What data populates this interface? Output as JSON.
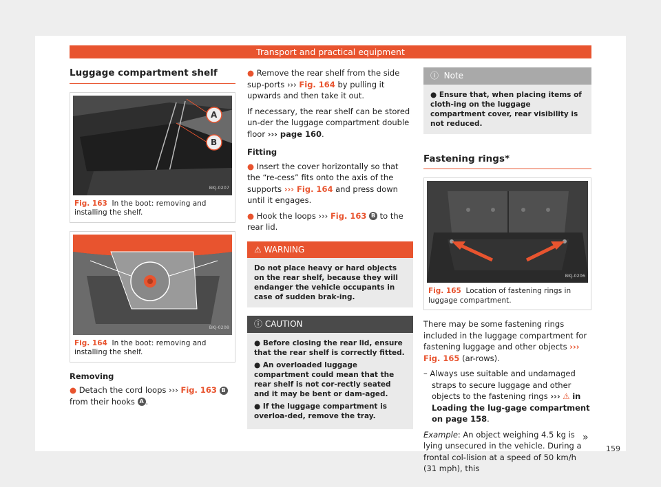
{
  "header": {
    "title": "Transport and practical equipment"
  },
  "col1": {
    "heading": "Luggage compartment shelf",
    "fig163": {
      "code": "BKJ-0207",
      "label_a": "A",
      "label_b": "B",
      "caption_ref": "Fig. 163",
      "caption_text": "In the boot: removing and installing the shelf."
    },
    "fig164": {
      "code": "BKJ-0208",
      "caption_ref": "Fig. 164",
      "caption_text": "In the boot: removing and installing the shelf."
    },
    "removing_title": "Removing",
    "removing_text_1": "Detach the cord loops",
    "removing_arrow": "›››",
    "removing_ref": "Fig. 163",
    "removing_b": "B",
    "removing_text_2": "from their hooks",
    "removing_a": "A",
    "removing_end": "."
  },
  "col2": {
    "bullet1_a": "Remove the rear shelf from the side sup-ports",
    "bullet1_arrow": "›››",
    "bullet1_ref": "Fig. 164",
    "bullet1_b": "by pulling it upwards and then take it out.",
    "para1_a": "If necessary, the rear shelf can be stored un-der the luggage compartment double floor",
    "para1_ref": "››› page 160",
    "para1_end": ".",
    "fitting_title": "Fitting",
    "bullet2_a": "Insert the cover horizontally so that the “re-cess” fits onto the axis of the supports",
    "bullet2_ref": "››› Fig. 164",
    "bullet2_b": "and press down until it engages.",
    "bullet3_a": "Hook the loops",
    "bullet3_arrow": "›››",
    "bullet3_ref": "Fig. 163",
    "bullet3_circ": "B",
    "bullet3_b": "to the rear lid.",
    "warning": {
      "title": "WARNING",
      "text": "Do not place heavy or hard objects on the rear shelf, because they will endanger the vehicle occupants in case of sudden brak-ing."
    },
    "caution": {
      "title": "CAUTION",
      "item1": "Before closing the rear lid, ensure that the rear shelf is correctly fitted.",
      "item2": "An overloaded luggage compartment could mean that the rear shelf is not cor-rectly seated and it may be bent or dam-aged.",
      "item3": "If the luggage compartment is overloa-ded, remove the tray."
    }
  },
  "col3": {
    "note": {
      "title": "Note",
      "text": "Ensure that, when placing items of cloth-ing on the luggage compartment cover, rear visibility is not reduced."
    },
    "heading": "Fastening rings*",
    "fig165": {
      "code": "BKJ-0206",
      "caption_ref": "Fig. 165",
      "caption_text": "Location of fastening rings in luggage compartment."
    },
    "para1_a": "There may be some fastening rings included in the luggage compartment for fastening luggage and other objects",
    "para1_ref": "››› Fig. 165",
    "para1_b": "(ar-rows).",
    "dash_a": "Always use suitable and undamaged straps to secure luggage and other objects to the fastening rings",
    "dash_arrow": "›››",
    "dash_ref": "in Loading the lug-gage compartment on page 158",
    "dash_end": ".",
    "example_label": "Example",
    "example_text": ": An object weighing 4.5 kg is lying unsecured in the vehicle. During a frontal col-lision at a speed of 50 km/h (31 mph), this"
  },
  "footer": {
    "continue": "»",
    "page_number": "159"
  },
  "colors": {
    "accent": "#e8542f",
    "dark_box": "#4a4a4a",
    "note_box": "#a9a9a9"
  }
}
